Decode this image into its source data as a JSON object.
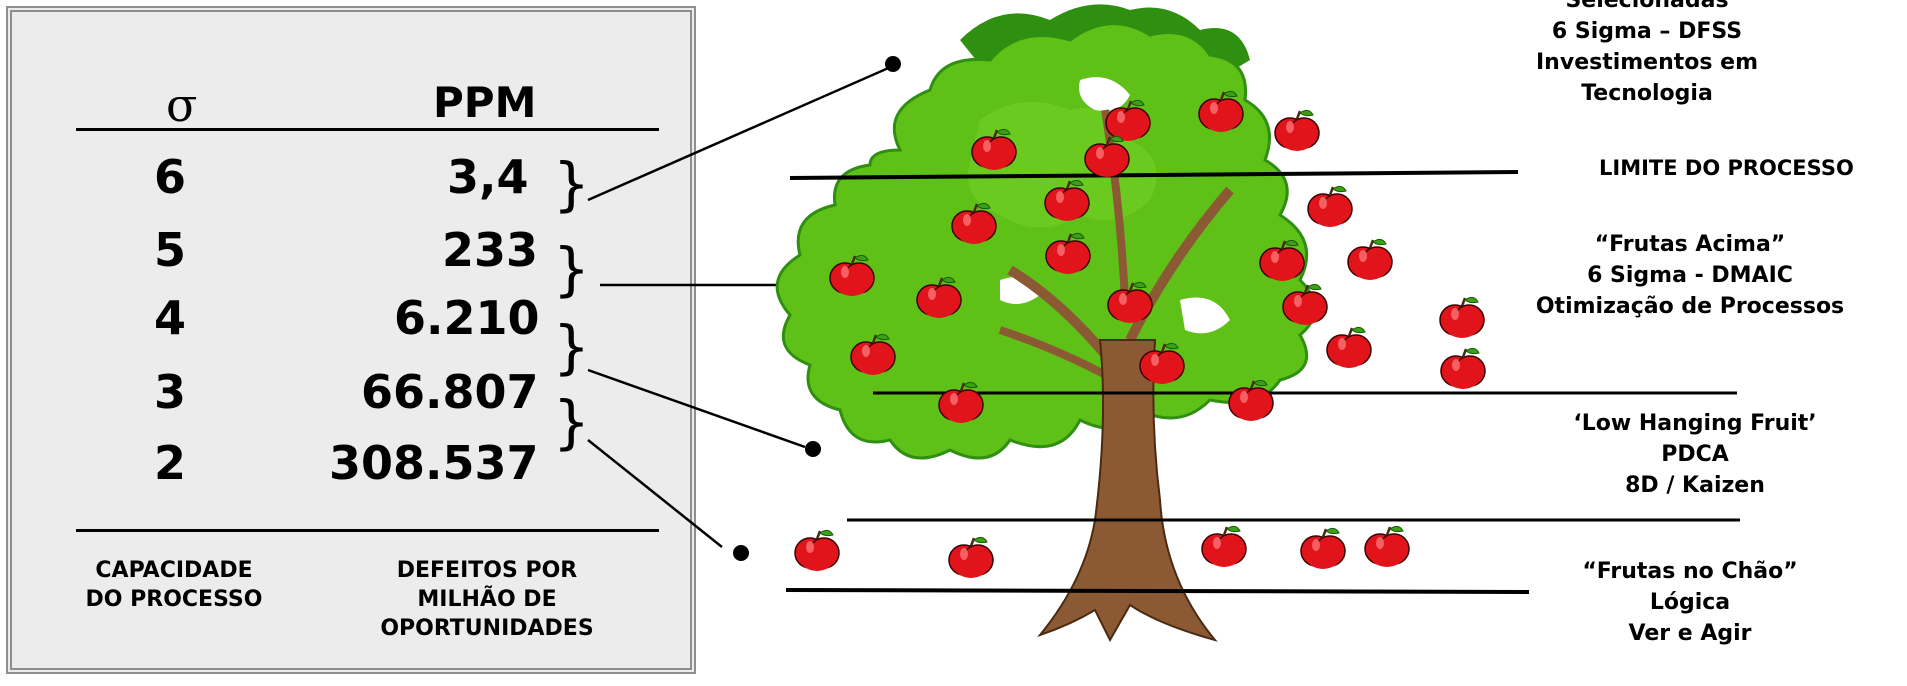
{
  "table": {
    "sigma_header": "σ",
    "ppm_header": "PPM",
    "rows": [
      {
        "sigma": "6",
        "ppm": "3,4"
      },
      {
        "sigma": "5",
        "ppm": "233"
      },
      {
        "sigma": "4",
        "ppm": "6.210"
      },
      {
        "sigma": "3",
        "ppm": "66.807"
      },
      {
        "sigma": "2",
        "ppm": "308.537"
      }
    ],
    "footer_left": [
      "CAPACIDADE",
      "DO PROCESSO"
    ],
    "footer_right": [
      "DEFEITOS POR",
      "MILHÃO DE",
      "OPORTUNIDADES"
    ],
    "brace_glyph": "}"
  },
  "levels": {
    "top": [
      "Selecionadas",
      "6 Sigma – DFSS",
      "Investimentos em",
      "Tecnologia"
    ],
    "limit": "LIMITE DO PROCESSO",
    "above": [
      "“Frutas Acima”",
      "6 Sigma - DMAIC",
      "Otimização de Processos"
    ],
    "low": [
      "‘Low Hanging  Fruit’",
      "PDCA",
      "8D / Kaizen"
    ],
    "ground": [
      "“Frutas no Chão”",
      "Lógica",
      "Ver e Agir"
    ]
  },
  "colors": {
    "panel": "#ececec",
    "leaf": "#5fc018",
    "leaf_dark": "#2f8f10",
    "trunk": "#8b5a34",
    "apple": "#e2141b"
  },
  "icons": [
    "apple-icon",
    "tree-illustration"
  ]
}
